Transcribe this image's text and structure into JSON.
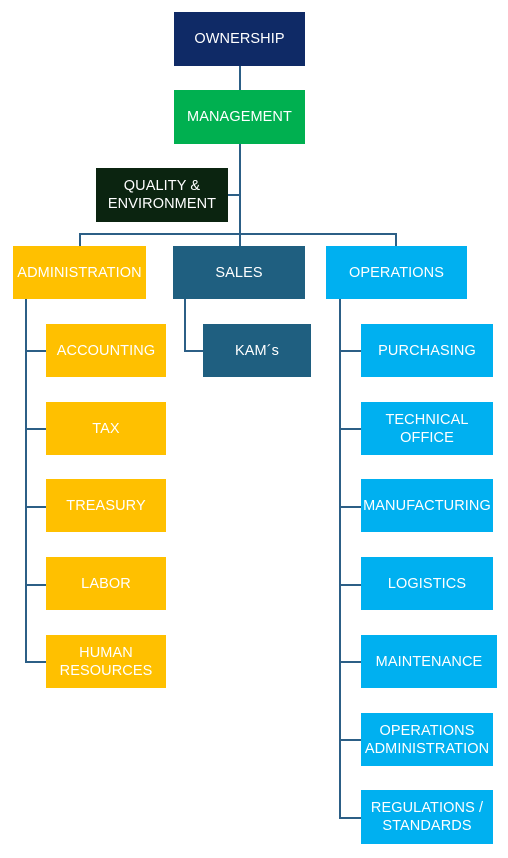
{
  "colors": {
    "ownership": "#0f2a66",
    "management": "#00b050",
    "quality": "#0b2410",
    "administration": "#ffc000",
    "sales": "#1f5f80",
    "operations": "#00b0f0",
    "connector": "#2c5f86"
  },
  "top": {
    "ownership": "OWNERSHIP",
    "management": "MANAGEMENT",
    "quality": "QUALITY &\nENVIRONMENT"
  },
  "departments": {
    "administration": {
      "label": "ADMINISTRATION",
      "children": [
        "ACCOUNTING",
        "TAX",
        "TREASURY",
        "LABOR",
        "HUMAN\nRESOURCES"
      ]
    },
    "sales": {
      "label": "SALES",
      "children": [
        "KAM´s"
      ]
    },
    "operations": {
      "label": "OPERATIONS",
      "children": [
        "PURCHASING",
        "TECHNICAL\nOFFICE",
        "MANUFACTURING",
        "LOGISTICS",
        "MAINTENANCE",
        "OPERATIONS\nADMINISTRATION",
        "REGULATIONS /\nSTANDARDS"
      ]
    }
  }
}
